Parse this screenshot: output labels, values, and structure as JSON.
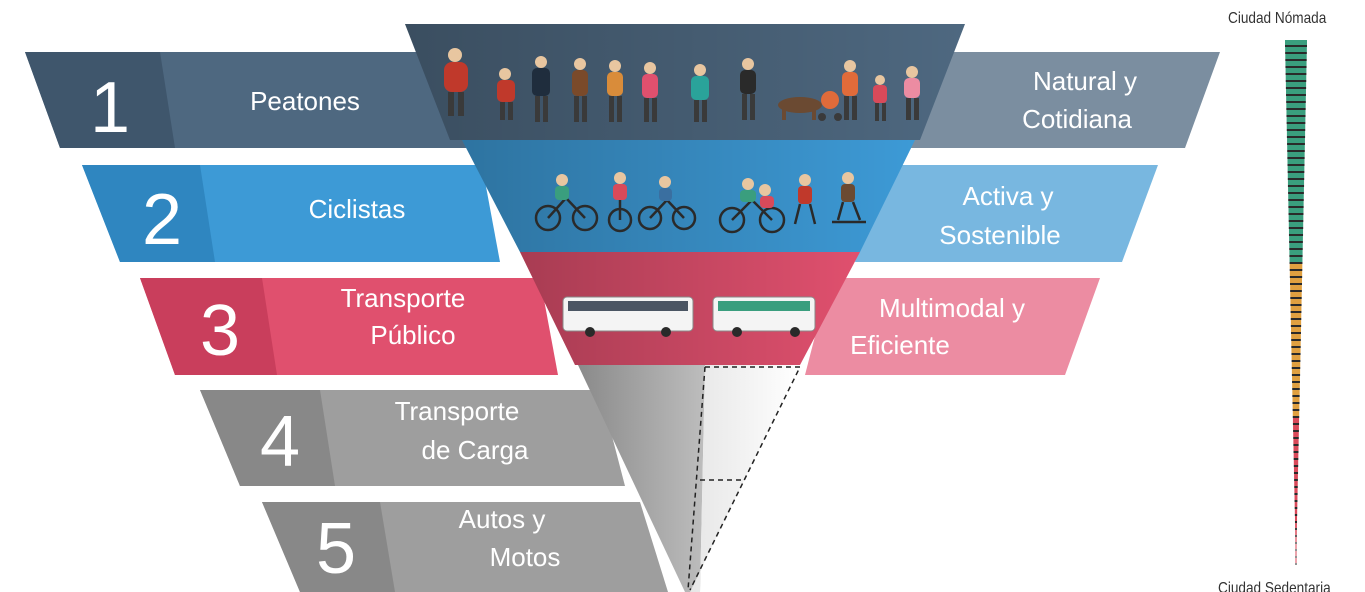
{
  "pyramid": {
    "levels": [
      {
        "number": "1",
        "mode": "Peatones",
        "quality": [
          "Natural y",
          "Cotidiana"
        ],
        "color": "#4e6880",
        "color_light": "#7b8ea0",
        "icons": [
          "pedestrians-icon",
          "runner-with-dogs-icon"
        ]
      },
      {
        "number": "2",
        "mode": "Ciclistas",
        "quality": [
          "Activa y",
          "Sostenible"
        ],
        "color": "#3d9ad6",
        "color_light": "#78b7e0",
        "icons": [
          "cyclists-icon",
          "skaters-icon"
        ]
      },
      {
        "number": "3",
        "mode_lines": [
          "Transporte",
          "Público"
        ],
        "quality": [
          "Multimodal y",
          "Eficiente"
        ],
        "color": "#e0506e",
        "color_light": "#ec8ca2",
        "icons": [
          "bus-icon",
          "bus-icon"
        ]
      },
      {
        "number": "4",
        "mode_lines": [
          "Transporte",
          "de Carga"
        ],
        "color": "#9e9e9e"
      },
      {
        "number": "5",
        "mode_lines": [
          "Autos y",
          "Motos"
        ],
        "color": "#9e9e9e"
      }
    ]
  },
  "scale": {
    "top_label": "Ciudad Nómada",
    "bottom_label": "Ciudad Sedentaria",
    "stripe_colors": [
      "#3a9e7e",
      "#e0a040",
      "#d94a5a"
    ]
  }
}
